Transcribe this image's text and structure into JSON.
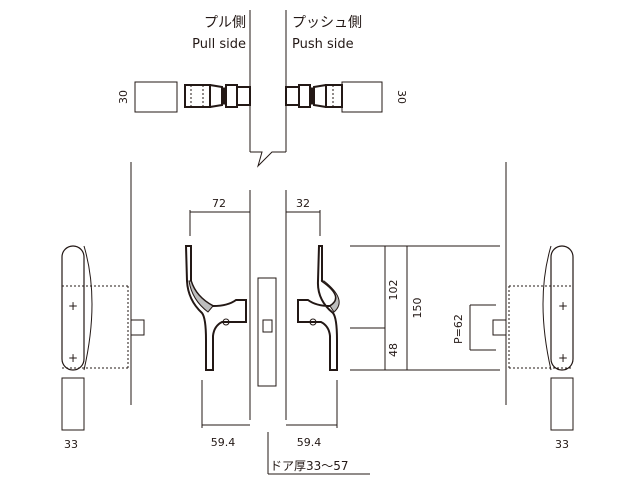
{
  "labels": {
    "pull_jp": "プル側",
    "pull_en": "Pull side",
    "push_jp": "プッシュ側",
    "push_en": "Push side",
    "door_thickness": "ドア厚33～57"
  },
  "dimensions": {
    "top_left_height": "30",
    "top_right_height": "30",
    "handle_width_pull": "72",
    "handle_width_push": "32",
    "projection_left": "59.4",
    "projection_right": "59.4",
    "plate_width_left": "33",
    "plate_width_right": "33",
    "dim_102": "102",
    "dim_150": "150",
    "dim_48": "48",
    "pitch": "P=62"
  },
  "colors": {
    "line": "#231815",
    "grip": "#bdbdbd"
  }
}
